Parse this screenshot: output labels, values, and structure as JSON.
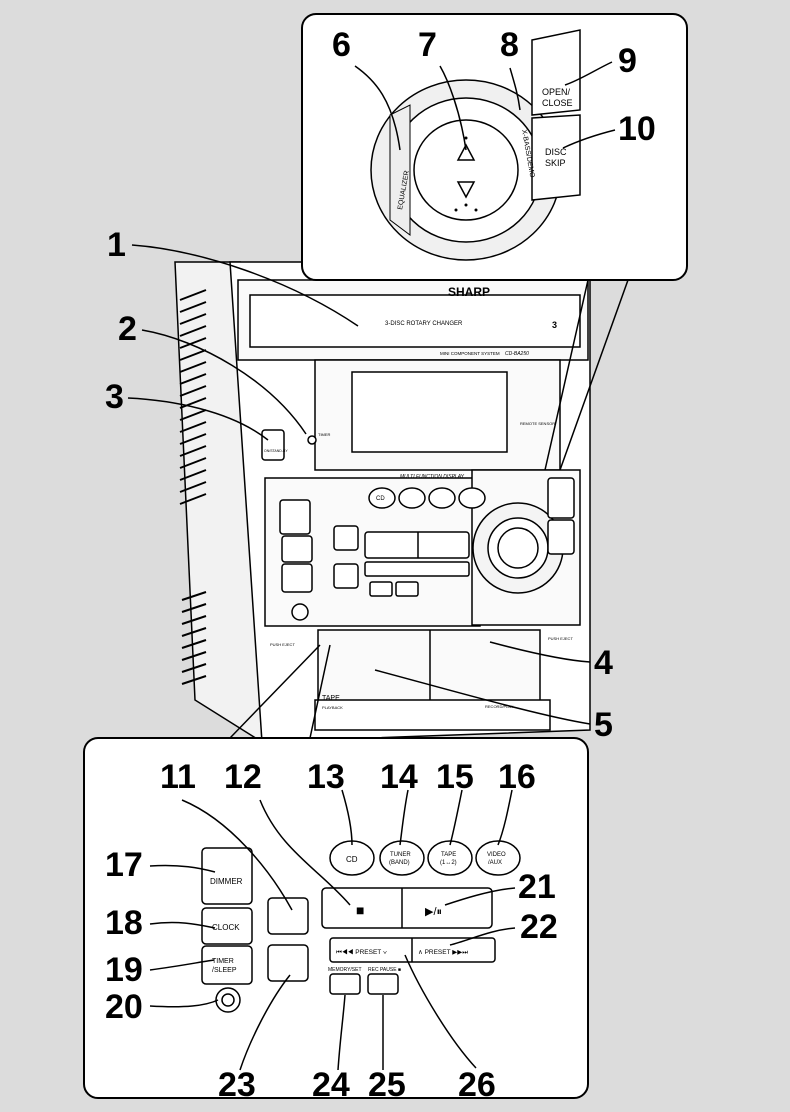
{
  "device": {
    "brand": "SHARP",
    "changer_label": "3-DISC ROTARY CHANGER",
    "system_label": "MINI COMPONENT SYSTEM",
    "model": "CD-BA250",
    "display_label": "MULTI FUNCTION DISPLAY",
    "timer_label": "TIMER",
    "remote_sensor_label": "REMOTE SENSOR",
    "on_standby_label": "ON/STAND-BY",
    "tape1_label": "TAPE",
    "tape1_sub": "PLAYBACK",
    "tape2_sub": "RECORD/PLAY",
    "push_eject": "PUSH EJECT",
    "push_eject_right": "PUSH EJECT",
    "disc_badge": "3"
  },
  "controls": {
    "cd": "CD",
    "tuner_band": "TUNER (BAND)",
    "tape": "TAPE (1↔2)",
    "video_aux": "VIDEO /AUX",
    "dimmer": "DIMMER",
    "clock": "CLOCK",
    "timer_sleep": "TIMER /SLEEP",
    "stop": "■",
    "play_pause": "▶/⏸",
    "preset_down": "⏮◀◀ PRESET ∨",
    "preset_up": "∧ PRESET ▶▶⏭",
    "memory_set": "MEMORY/SET",
    "rec_pause": "REC PAUSE",
    "open_close": "OPEN/ CLOSE",
    "disc_skip": "DISC SKIP",
    "equalizer": "EQUALIZER",
    "xbass_demo": "X-BASS/DEMO"
  },
  "zoom_top": {
    "open_close_a": "OPEN/",
    "open_close_b": "CLOSE",
    "disc_skip_a": "DISC",
    "disc_skip_b": "SKIP",
    "equalizer": "EQUALIZER",
    "xbass_demo": "X-BASS/DEMO"
  },
  "zoom_bottom": {
    "dimmer": "DIMMER",
    "clock": "CLOCK",
    "timer_a": "TIMER",
    "timer_b": "/SLEEP",
    "cd": "CD",
    "tuner_a": "TUNER",
    "tuner_b": "(BAND)",
    "tape_a": "TAPE",
    "tape_b": "(1↔2)",
    "video_a": "VIDEO",
    "video_b": "/AUX",
    "stop": "■",
    "play": "▶/⏸",
    "preset_down": "⏮◀◀ PRESET ∨",
    "preset_up": "∧ PRESET ▶▶⏭",
    "memory_set": "MEMORY/SET",
    "rec_pause": "REC PAUSE ■"
  },
  "callouts": [
    "1",
    "2",
    "3",
    "4",
    "5",
    "6",
    "7",
    "8",
    "9",
    "10",
    "11",
    "12",
    "13",
    "14",
    "15",
    "16",
    "17",
    "18",
    "19",
    "20",
    "21",
    "22",
    "23",
    "24",
    "25",
    "26"
  ]
}
